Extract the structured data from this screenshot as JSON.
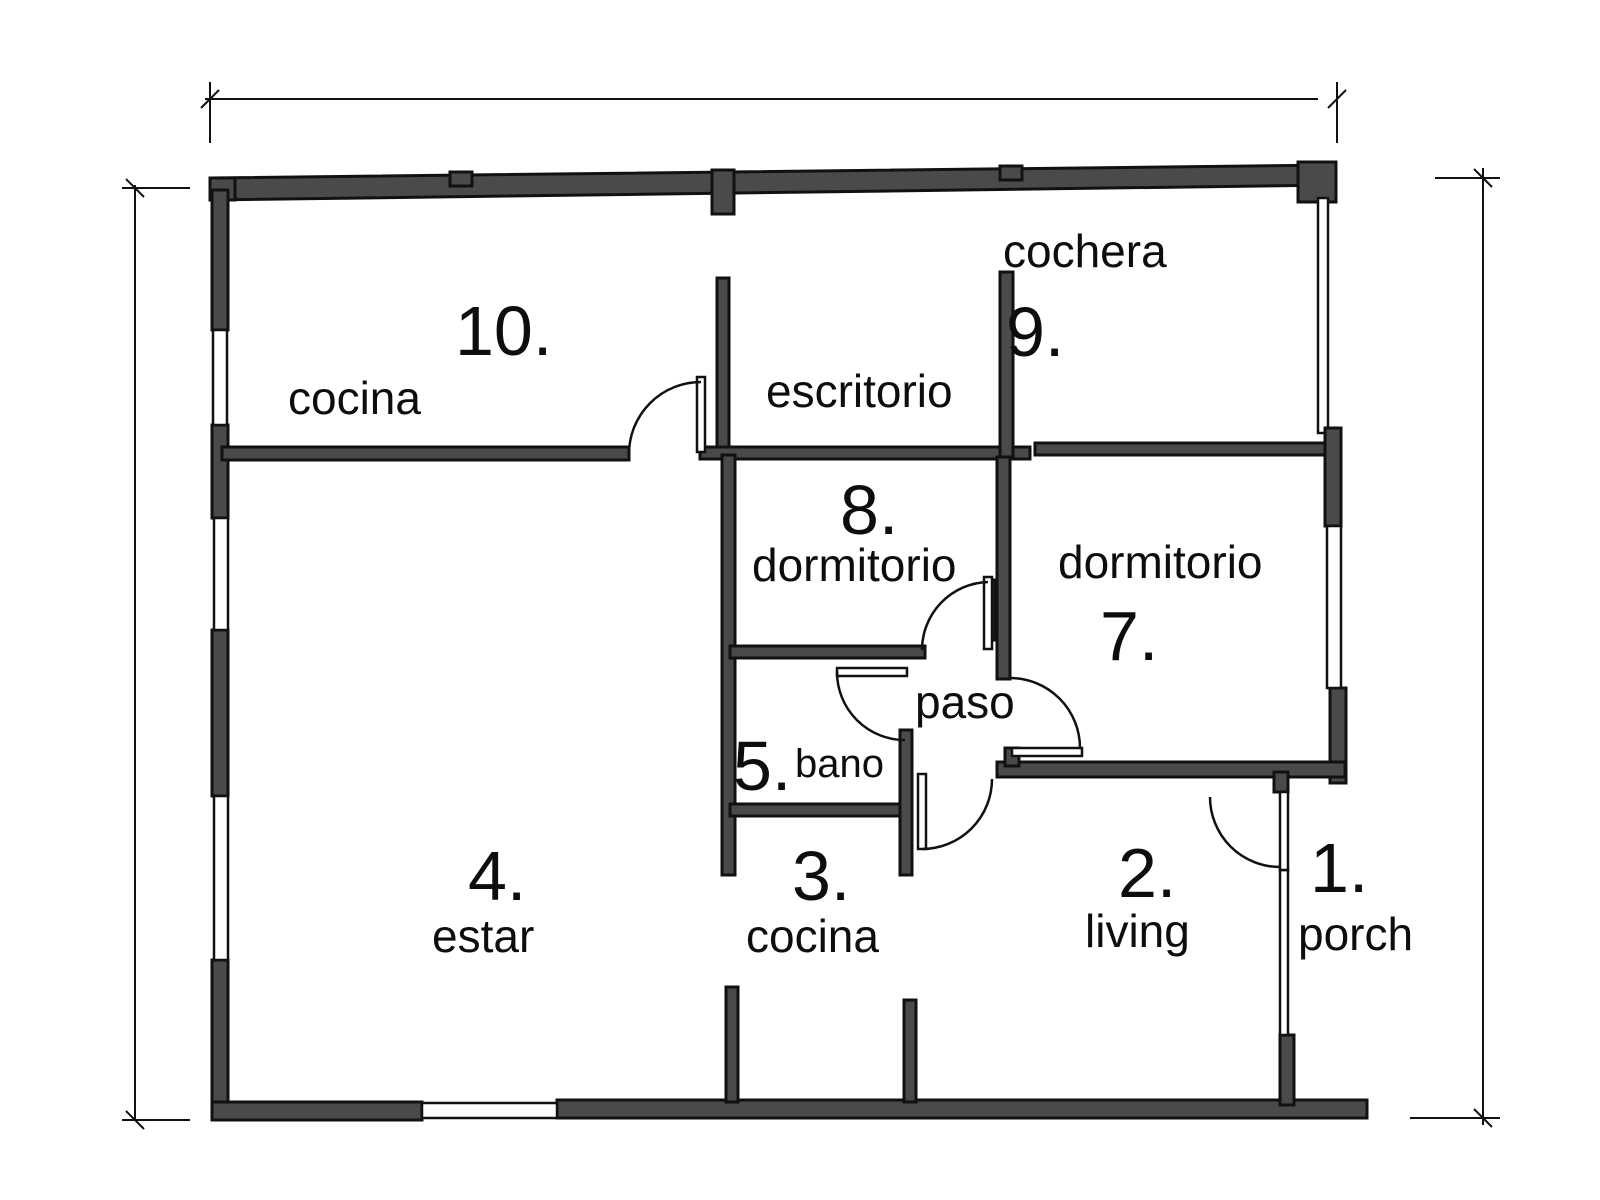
{
  "rooms": [
    {
      "id": "porch",
      "number": "1.",
      "name": "porch"
    },
    {
      "id": "living",
      "number": "2.",
      "name": "living"
    },
    {
      "id": "cocina-3",
      "number": "3.",
      "name": "cocina"
    },
    {
      "id": "estar",
      "number": "4.",
      "name": "estar"
    },
    {
      "id": "bano",
      "number": "5.",
      "name": "bano"
    },
    {
      "id": "paso",
      "number": "",
      "name": "paso"
    },
    {
      "id": "dormitorio-7",
      "number": "7.",
      "name": "dormitorio"
    },
    {
      "id": "dormitorio-8",
      "number": "8.",
      "name": "dormitorio"
    },
    {
      "id": "escritorio",
      "number": "",
      "name": "escritorio"
    },
    {
      "id": "cochera",
      "number": "9.",
      "name": "cochera"
    },
    {
      "id": "cocina-10",
      "number": "10.",
      "name": "cocina"
    }
  ]
}
